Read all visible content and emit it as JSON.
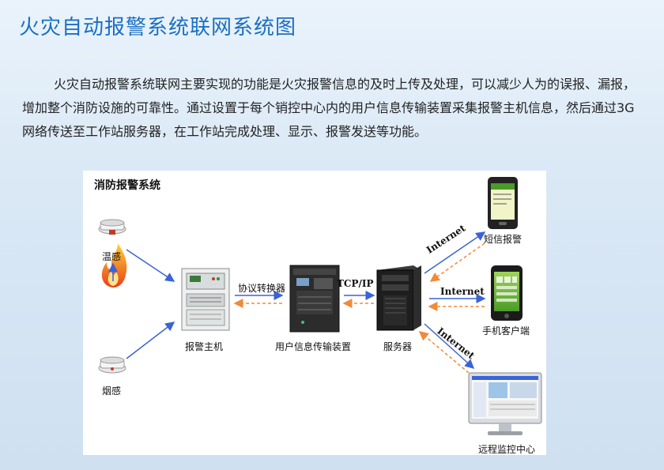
{
  "page": {
    "title": "火灾自动报警系统联网系统图",
    "intro": "火灾自动报警系统联网主要实现的功能是火灾报警信息的及时上传及处理，可以减少人为的误报、漏报，增加整个消防设施的可靠性。通过设置于每个销控中心内的用户信息传输装置采集报警主机信息，然后通过3G网络传送至工作站服务器，在工作站完成处理、显示、报警发送等功能。"
  },
  "diagram": {
    "system_title": "消防报警系统",
    "nodes": {
      "heat_detector": "温感",
      "smoke_detector": "烟感",
      "alarm_host": "报警主机",
      "protocol_converter": "协议转换器",
      "user_info_device": "用户信息传输装置",
      "server": "服务器",
      "sms_alarm": "短信报警",
      "mobile_client": "手机客户端",
      "remote_center": "远程监控中心"
    },
    "links": {
      "tcpip": "TCP/IP",
      "internet_sms": "Internet",
      "internet_mobile": "Internet",
      "internet_remote": "Internet"
    },
    "colors": {
      "forward_arrow": "#3a63d6",
      "return_arrow": "#f08a3c",
      "title": "#1a6fc4"
    }
  }
}
